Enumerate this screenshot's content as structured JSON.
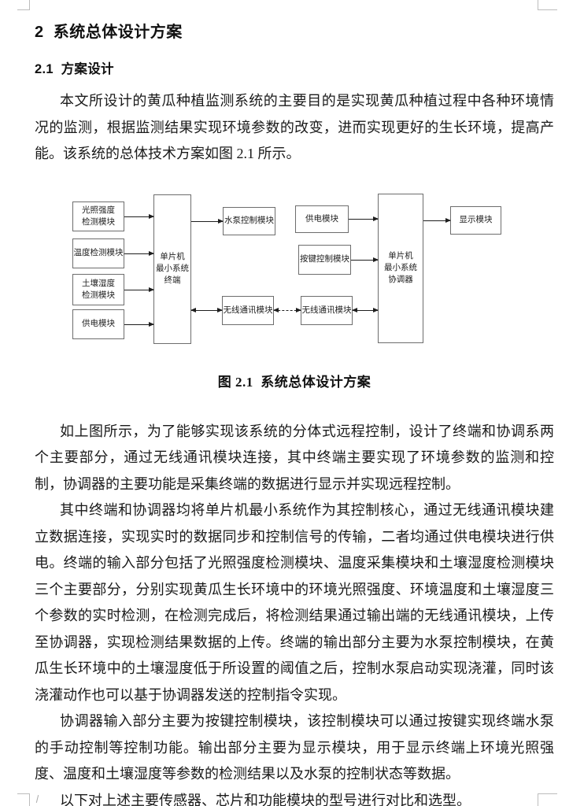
{
  "document": {
    "section_title": "2  系统总体设计方案",
    "subsection_title": "2.1  方案设计",
    "paragraphs": {
      "p1": "本文所设计的黄瓜种植监测系统的主要目的是实现黄瓜种植过程中各种环境情况的监测，根据监测结果实现环境参数的改变，进而实现更好的生长环境，提高产能。该系统的总体技术方案如图 2.1 所示。",
      "p2": "如上图所示，为了能够实现该系统的分体式远程控制，设计了终端和协调系两个主要部分，通过无线通讯模块连接，其中终端主要实现了环境参数的监测和控制，协调器的主要功能是采集终端的数据进行显示并实现远程控制。",
      "p3": "其中终端和协调器均将单片机最小系统作为其控制核心，通过无线通讯模块建立数据连接，实现实时的数据同步和控制信号的传输，二者均通过供电模块进行供电。终端的输入部分包括了光照强度检测模块、温度采集模块和土壤湿度检测模块三个主要部分，分别实现黄瓜生长环境中的环境光照强度、环境温度和土壤湿度三个参数的实时检测，在检测完成后，将检测结果通过输出端的无线通讯模块，上传至协调器，实现检测结果数据的上传。终端的输出部分主要为水泵控制模块，在黄瓜生长环境中的土壤湿度低于所设置的阈值之后，控制水泵启动实现浇灌，同时该浇灌动作也可以基于协调器发送的控制指令实现。",
      "p4": "协调器输入部分主要为按键控制模块，该控制模块可以通过按键实现终端水泵的手动控制等控制功能。输出部分主要为显示模块，用于显示终端上环境光照强度、温度和土壤湿度等参数的检测结果以及水泵的控制状态等数据。",
      "p5": "以下对上述主要传感器、芯片和功能模块的型号进行对比和选型。"
    }
  },
  "figure": {
    "caption": "图 2.1  系统总体设计方案",
    "nodes": {
      "light_sensor": "光照强度\n检测模块",
      "temp_sensor": "温度检测模块",
      "soil_sensor": "土壤湿度\n检测模块",
      "power_terminal": "供电模块",
      "terminal_mcu": "单片机\n最小系统\n终端",
      "pump_control": "水泵控制模块",
      "wireless_terminal": "无线通讯模块",
      "wireless_coordinator": "无线通讯模块",
      "power_coordinator": "供电模块",
      "key_control": "按键控制模块",
      "coordinator_mcu": "单片机\n最小系统\n协调器",
      "display_module": "显示模块"
    },
    "connections": [
      {
        "from": "light_sensor",
        "to": "terminal_mcu",
        "type": "arrow"
      },
      {
        "from": "temp_sensor",
        "to": "terminal_mcu",
        "type": "arrow"
      },
      {
        "from": "soil_sensor",
        "to": "terminal_mcu",
        "type": "arrow"
      },
      {
        "from": "power_terminal",
        "to": "terminal_mcu",
        "type": "arrow"
      },
      {
        "from": "terminal_mcu",
        "to": "pump_control",
        "type": "arrow"
      },
      {
        "from": "terminal_mcu",
        "to": "wireless_terminal",
        "type": "double-arrow"
      },
      {
        "from": "wireless_terminal",
        "to": "wireless_coordinator",
        "type": "double-arrow-dashed"
      },
      {
        "from": "wireless_coordinator",
        "to": "coordinator_mcu",
        "type": "double-arrow"
      },
      {
        "from": "power_coordinator",
        "to": "coordinator_mcu",
        "type": "arrow"
      },
      {
        "from": "key_control",
        "to": "coordinator_mcu",
        "type": "arrow"
      },
      {
        "from": "coordinator_mcu",
        "to": "display_module",
        "type": "arrow"
      }
    ]
  },
  "colors": {
    "page_background": "#ffffff",
    "text": "#1a1a1a",
    "diagram_box_border": "#6d6d6d",
    "arrow": "#1e1e1e",
    "boundary_mark": "#bcbcbc"
  }
}
